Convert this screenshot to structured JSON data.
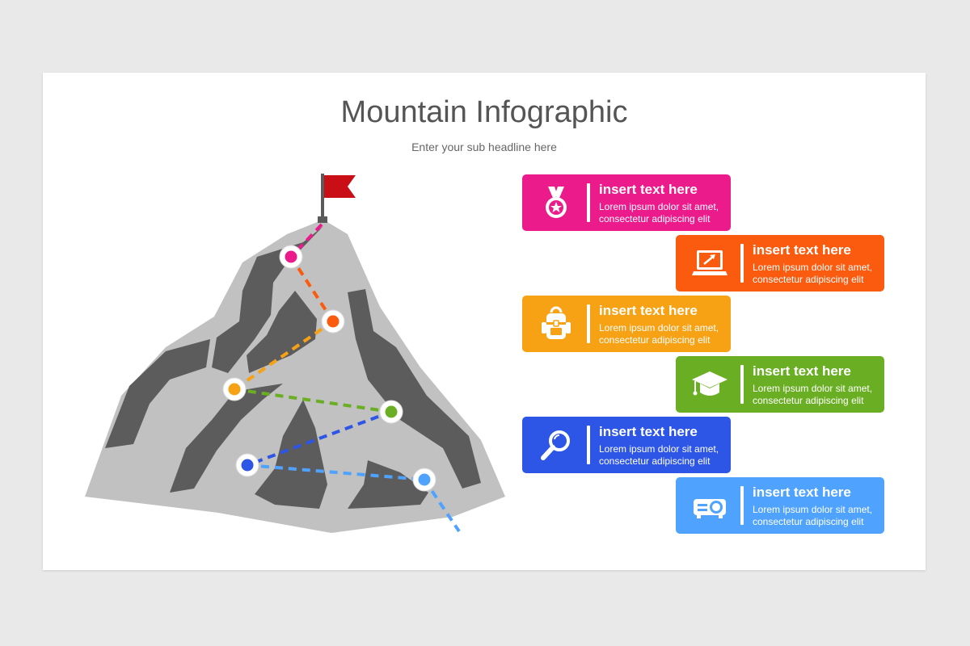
{
  "header": {
    "title": "Mountain Infographic",
    "subtitle": "Enter your sub headline here"
  },
  "cards": [
    {
      "heading": "insert text here",
      "body": "Lorem ipsum dolor sit amet, consectetur adipiscing elit",
      "color": "#ec1b8c",
      "icon": "medal-icon"
    },
    {
      "heading": "insert text here",
      "body": "Lorem ipsum dolor sit amet, consectetur adipiscing elit",
      "color": "#fa5b0f",
      "icon": "laptop-icon"
    },
    {
      "heading": "insert text here",
      "body": "Lorem ipsum dolor sit amet, consectetur adipiscing elit",
      "color": "#f7a114",
      "icon": "backpack-icon"
    },
    {
      "heading": "insert text here",
      "body": "Lorem ipsum dolor sit amet, consectetur adipiscing elit",
      "color": "#6aaf23",
      "icon": "graduation-cap-icon"
    },
    {
      "heading": "insert text here",
      "body": "Lorem ipsum dolor sit amet, consectetur adipiscing elit",
      "color": "#2d55e6",
      "icon": "magnifier-icon"
    },
    {
      "heading": "insert text here",
      "body": "Lorem ipsum dolor sit amet, consectetur adipiscing elit",
      "color": "#4fa3ff",
      "icon": "projector-icon"
    }
  ],
  "mountain": {
    "rock_light": "#c1c1c1",
    "rock_dark": "#5c5c5c",
    "flag_color": "#c90e16",
    "path_colors": [
      "#ec1b8c",
      "#fa5b0f",
      "#f7a114",
      "#6aaf23",
      "#2d55e6",
      "#4fa3ff"
    ]
  }
}
